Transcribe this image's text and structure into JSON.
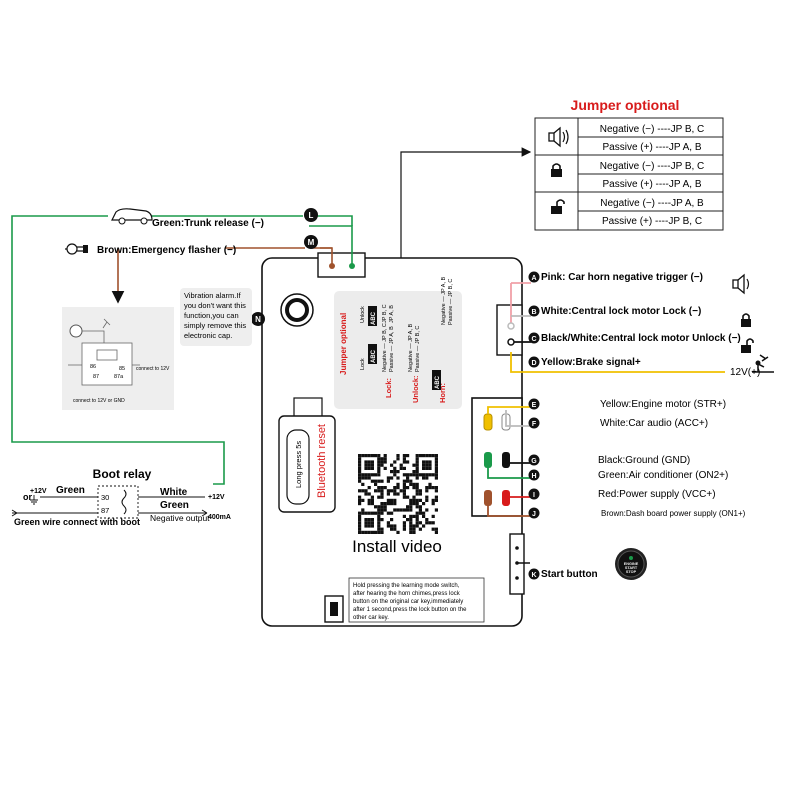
{
  "jumper_table": {
    "title": "Jumper optional",
    "groups": [
      {
        "icon": "speaker-icon",
        "rows": [
          "Negative (−) ----JP B, C",
          "Passive (+) ----JP A, B"
        ]
      },
      {
        "icon": "lock-icon",
        "rows": [
          "Negative (−) ----JP B, C",
          "Passive (+) ----JP A, B"
        ]
      },
      {
        "icon": "unlock-icon",
        "rows": [
          "Negative (−) ----JP A, B",
          "Passive (+) ----JP B, C"
        ]
      }
    ]
  },
  "wires_left": {
    "L": {
      "badge": "L",
      "label": "Green:Trunk release (−)",
      "color": "#1a9a4a"
    },
    "M": {
      "badge": "M",
      "label": "Brown:Emergency flasher (−)",
      "color": "#a0522d"
    }
  },
  "wires_right": [
    {
      "badge": "A",
      "label": "Pink: Car horn negative trigger (−)",
      "color": "#f0a0a8"
    },
    {
      "badge": "B",
      "label": "White:Central lock motor Lock (−)",
      "color": "#c8c8c8"
    },
    {
      "badge": "C",
      "label": "Black/White:Central lock motor Unlock (−)",
      "color": "#111111"
    },
    {
      "badge": "D",
      "label": "Yellow:Brake signal+",
      "color": "#f0c000"
    },
    {
      "badge": "E",
      "label": "Yellow:Engine motor (STR+)",
      "color": "#f0c000"
    },
    {
      "badge": "F",
      "label": "White:Car audio (ACC+)",
      "color": "#c8c8c8"
    },
    {
      "badge": "G",
      "label": "Black:Ground (GND)",
      "color": "#111111"
    },
    {
      "badge": "H",
      "label": "Green:Air conditioner (ON2+)",
      "color": "#1a9a4a"
    },
    {
      "badge": "I",
      "label": "Red:Power supply (VCC+)",
      "color": "#d81b1b"
    },
    {
      "badge": "J",
      "label": "Brown:Dash board power supply (ON1+)",
      "color": "#a0522d"
    },
    {
      "badge": "K",
      "label": "Start button",
      "color": "#111111"
    }
  ],
  "brake_voltage": "12V(+)",
  "start_button_text": [
    "ENGINE",
    "START",
    "STOP"
  ],
  "module": {
    "bluetooth_reset": "Bluetooth reset",
    "long_press": "Long press 5s",
    "install_video": "Install video",
    "vibration_badge": "N",
    "vibration_note": [
      "Vibration alarm.If",
      "you don't want this",
      "function,you can",
      "simply remove this",
      "electronic cap."
    ],
    "learning_note": [
      "Hold pressing the learning mode switch,",
      "after hearing the horn chimes,press lock",
      "button on the original car key,immediately",
      "after 1 second,press the lock button on the",
      "other car key."
    ],
    "jumper_panel": {
      "title": "Jumper optional",
      "lock_label": "Lock:",
      "unlock_label": "Unlock:",
      "horn_label": "Horn:",
      "abc": "ABC",
      "cols": [
        {
          "heading": "Unlock",
          "lines": [
            "JP B, C",
            "JP A, B"
          ]
        },
        {
          "heading": "Lock",
          "lines": [
            "Negative — JP B, C",
            "Passive — JP A, B"
          ]
        },
        {
          "heading": "",
          "lines": [
            "Negative — JP A, B",
            "Passive — JP B, C"
          ]
        }
      ]
    }
  },
  "relay_inset": {
    "pins": [
      "86",
      "85",
      "87",
      "87a"
    ],
    "right_text": "connect to 12V",
    "bottom_text": "connect to 12V or GND"
  },
  "boot_relay": {
    "title": "Boot relay",
    "plus12_left": "+12V",
    "or": "or",
    "green_top": "Green",
    "white": "White",
    "green_bottom": "Green",
    "plus12_right": "+12V",
    "pin30": "30",
    "pin87": "87",
    "green_boot": "Green wire connect with boot",
    "neg_output": "Negative output",
    "current": "400mA"
  }
}
